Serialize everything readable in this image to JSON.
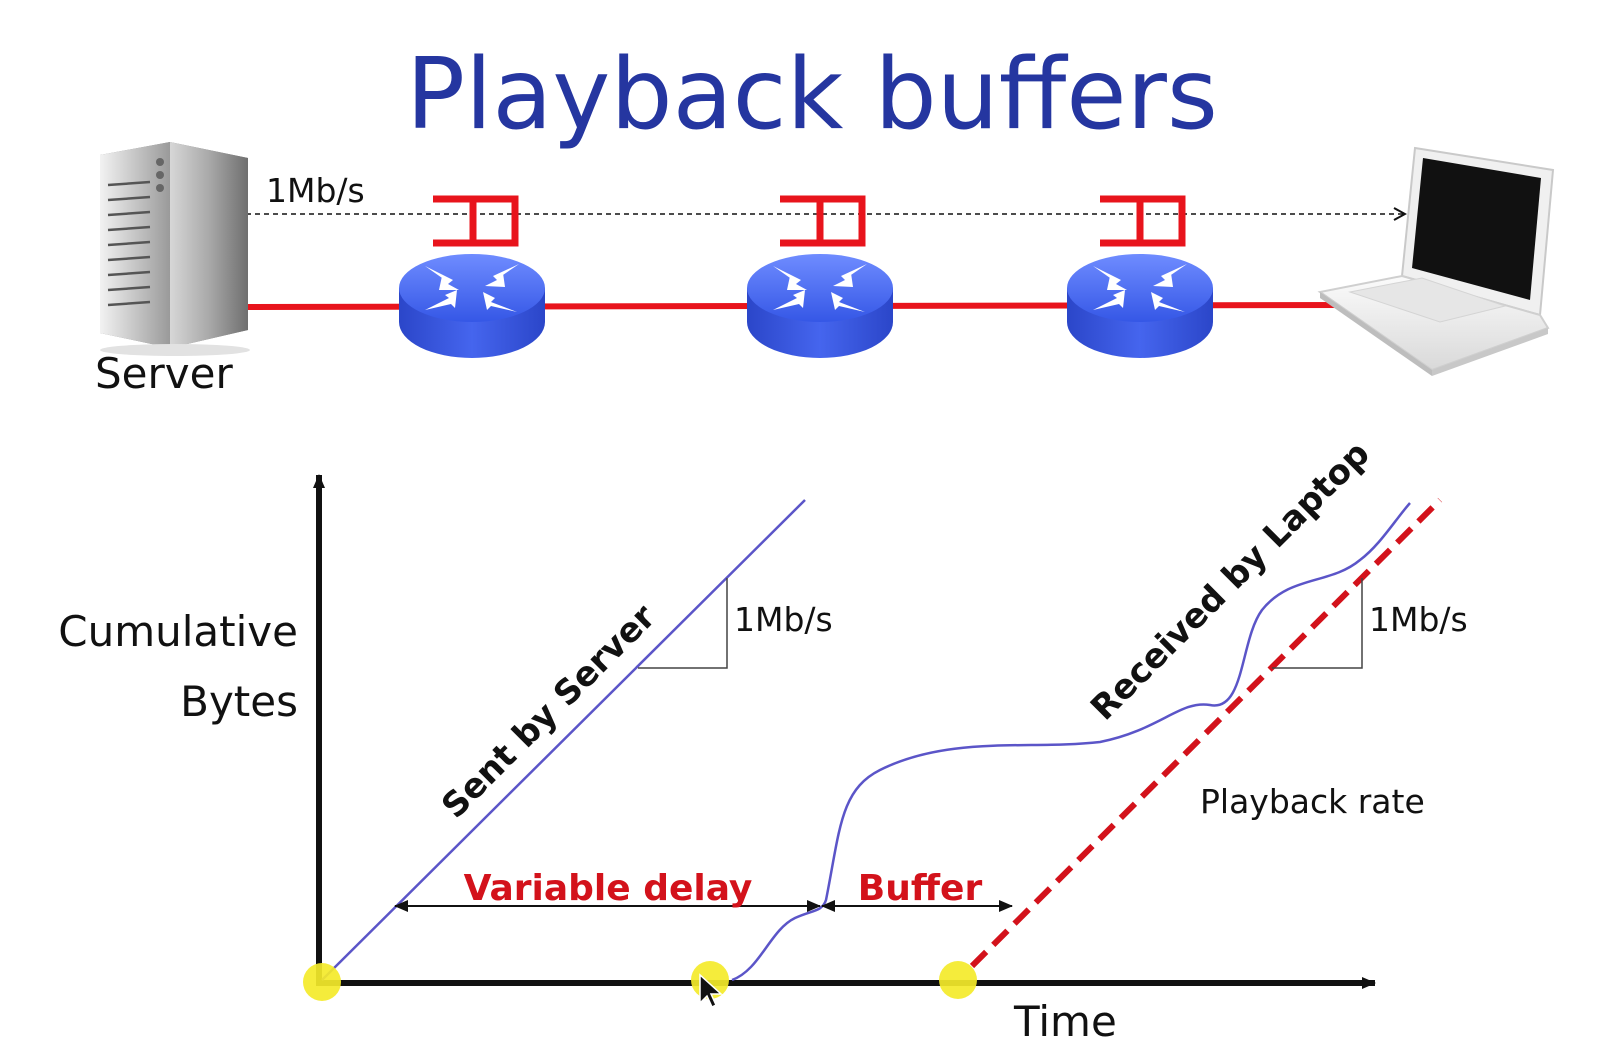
{
  "title": "Playback buffers",
  "network": {
    "server_label": "Server",
    "link_rate_label": "1Mb/s"
  },
  "graph": {
    "y_axis_label_line1": "Cumulative",
    "y_axis_label_line2": "Bytes",
    "x_axis_label": "Time",
    "sent_curve_label": "Sent by Server",
    "received_curve_label": "Received by Laptop",
    "sent_slope_label": "1Mb/s",
    "playback_slope_label": "1Mb/s",
    "playback_rate_label": "Playback rate",
    "variable_delay_label": "Variable delay",
    "buffer_label": "Buffer"
  },
  "colors": {
    "title": "#2536a0",
    "link": "#e8141c",
    "router": "#3a5fe8",
    "curve": "#5b55c8",
    "playback": "#d3121b",
    "marker": "#f4ea2a"
  },
  "icons": [
    "server-icon",
    "router-icon",
    "buffer-queue-icon",
    "laptop-icon",
    "mouse-cursor-icon"
  ]
}
